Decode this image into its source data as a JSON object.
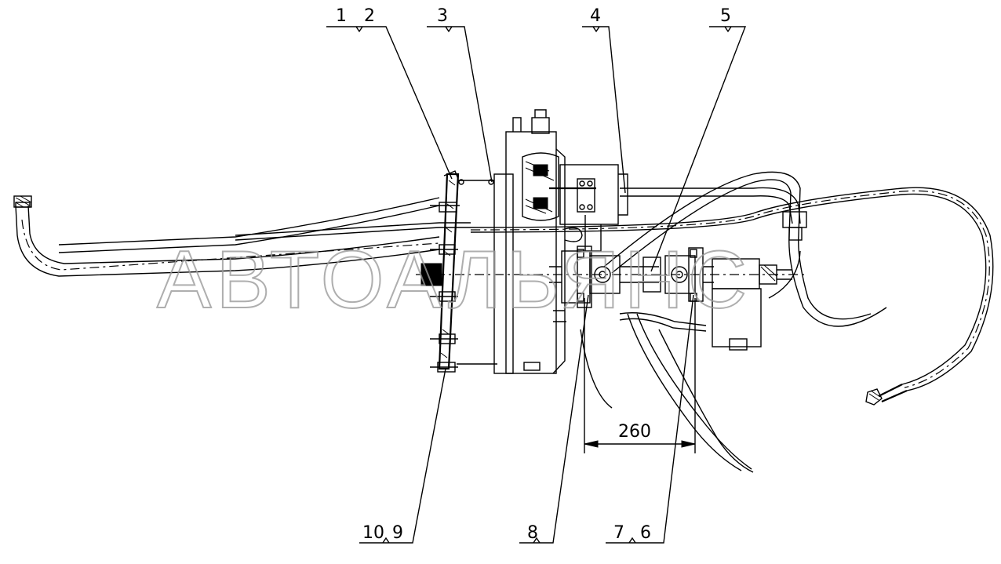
{
  "callouts": {
    "c1": "1",
    "c2": "2",
    "c3": "3",
    "c4": "4",
    "c5": "5",
    "c6": "6",
    "c7": "7",
    "c8": "8",
    "c9": "9",
    "c10": "10"
  },
  "dimension": "260",
  "watermark": "АВТОАЛЬЯНС"
}
